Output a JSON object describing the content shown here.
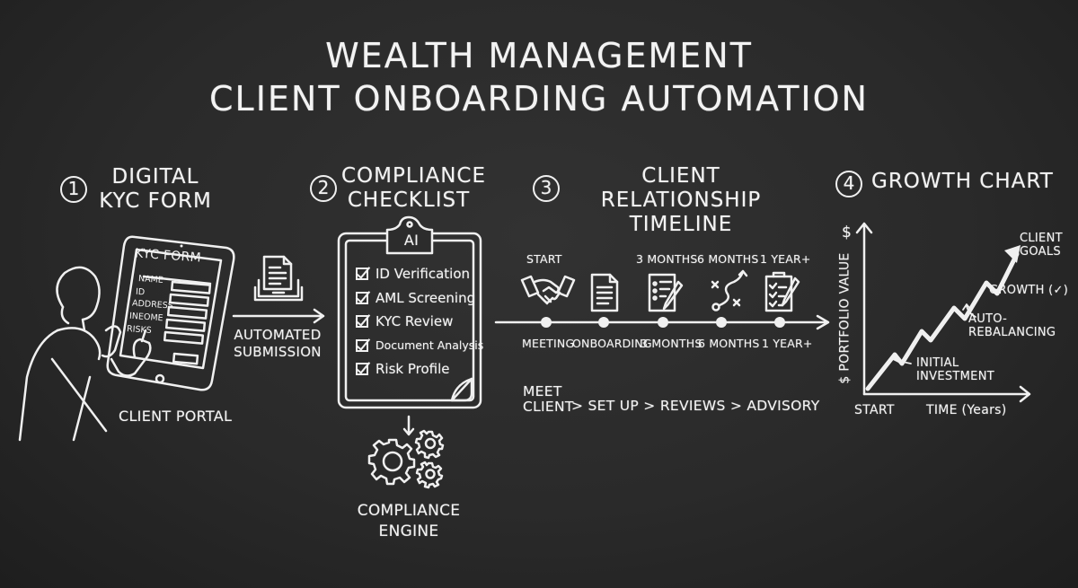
{
  "title": {
    "line1": "WEALTH MANAGEMENT",
    "line2": "CLIENT ONBOARDING AUTOMATION"
  },
  "colors": {
    "background": "#2b2b2b",
    "chalk": "#f2f2f2"
  },
  "sections": [
    {
      "number": "1",
      "heading_line1": "DIGITAL",
      "heading_line2": "KYC FORM",
      "icon": "tablet-form-person-icon",
      "form": {
        "title": "KYC FORM",
        "fields": [
          "NAME",
          "ID",
          "ADDRESS",
          "INEOME",
          "RISKS"
        ]
      },
      "caption": "CLIENT PORTAL"
    },
    {
      "number": "2",
      "heading_line1": "COMPLIANCE",
      "heading_line2": "CHECKLIST",
      "clipboard_tag": "AI",
      "checklist": [
        "ID Verification",
        "AML Screening",
        "KYC Review",
        "Document Analysis",
        "Risk Profile"
      ],
      "engine_icon": "gears-icon",
      "engine_label_line1": "COMPLIANCE",
      "engine_label_line2": "ENGINE"
    },
    {
      "number": "3",
      "heading_line1": "CLIENT RELATIONSHIP",
      "heading_line2": "TIMELINE",
      "top_labels": [
        "START",
        "3 MONTHS",
        "6 MONTHS",
        "1 YEAR+"
      ],
      "milestones": [
        {
          "icon": "handshake-icon",
          "label": "MEETING"
        },
        {
          "icon": "document-icon",
          "label": "ONBOARDING"
        },
        {
          "icon": "form-pencil-icon",
          "label": "3 MONTHS"
        },
        {
          "icon": "strategy-path-icon",
          "label": "6 MONTHS"
        },
        {
          "icon": "clipboard-check-icon",
          "label": "1 YEAR+"
        }
      ],
      "flow": {
        "step1_line1": "MEET",
        "step1_line2": "CLIENT",
        "sep": ">",
        "step2": "SET UP",
        "step3": "REVIEWS",
        "step4": "ADVISORY"
      }
    },
    {
      "number": "4",
      "heading_line1": "GROWTH CHART"
    }
  ],
  "connector": {
    "icon": "document-tray-icon",
    "label_line1": "AUTOMATED",
    "label_line2": "SUBMISSION"
  },
  "chart_data": {
    "type": "line",
    "title": "GROWTH CHART",
    "xlabel": "TIME (Years)",
    "ylabel": "$ PORTFOLIO VALUE",
    "y_axis_symbol": "$",
    "x_start_label": "START",
    "x": [
      0,
      1,
      2,
      3,
      4,
      5,
      6,
      7,
      8,
      9
    ],
    "values": [
      0,
      22,
      16,
      36,
      28,
      52,
      44,
      72,
      62,
      100
    ],
    "annotations": [
      {
        "text": "INITIAL INVESTMENT",
        "line1": "INITIAL",
        "line2": "INVESTMENT"
      },
      {
        "text": "AUTO-REBALANCING",
        "line1": "AUTO-",
        "line2": "REBALANCING"
      },
      {
        "text": "GROWTH (✓)"
      },
      {
        "text": "CLIENT GOALS",
        "line1": "CLIENT",
        "line2": "GOALS"
      }
    ],
    "grid": false
  }
}
